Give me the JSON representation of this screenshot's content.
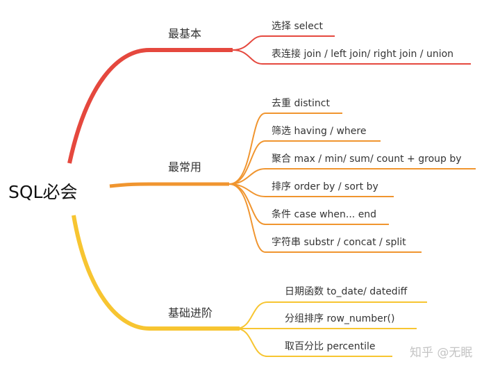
{
  "root": {
    "label": "SQL必会"
  },
  "colors": {
    "basic": "#e5483e",
    "common": "#f0952f",
    "advanced": "#f7c531"
  },
  "branches": [
    {
      "label": "最基本",
      "children": [
        "选择 select",
        "表连接 join / left join/ right join / union"
      ]
    },
    {
      "label": "最常用",
      "children": [
        "去重 distinct",
        "筛选 having / where",
        "聚合 max / min/ sum/ count + group by",
        "排序 order by / sort by",
        "条件 case when... end",
        "字符串 substr / concat / split"
      ]
    },
    {
      "label": "基础进阶",
      "children": [
        "日期函数 to_date/ datediff",
        "分组排序 row_number()",
        "取百分比 percentile"
      ]
    }
  ],
  "watermark": "知乎 @无眠"
}
